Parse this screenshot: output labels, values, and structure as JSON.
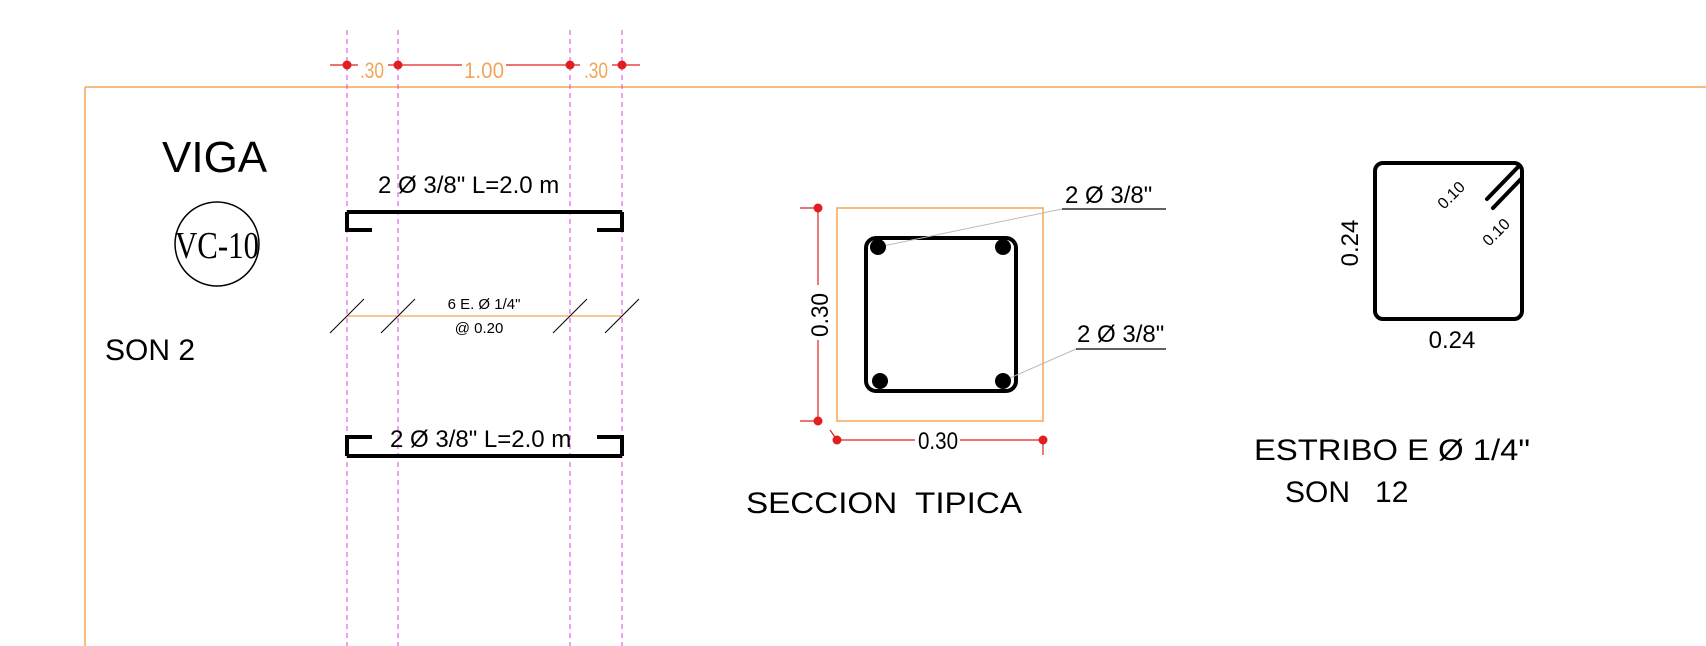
{
  "beam": {
    "title": "VIGA",
    "tag": "VC-10",
    "count": "SON 2",
    "top_bar_label": "2 Ø 3/8\" L=2.0 m",
    "bottom_bar_label": "2 Ø 3/8\" L=2.0 m",
    "stirrups_line1": "6 E. Ø 1/4\"",
    "stirrups_line2": "@ 0.20"
  },
  "dimensions": {
    "left": ".30",
    "middle": "1.00",
    "right": ".30"
  },
  "section": {
    "title": "SECCION  TIPICA",
    "top_bars": "2  Ø 3/8\"",
    "bottom_bars": "2  Ø 3/8\"",
    "height": "0.30",
    "width": "0.30"
  },
  "stirrup": {
    "height": "0.24",
    "width": "0.24",
    "hook_1": "0.10",
    "hook_2": "0.10",
    "label_line1": "ESTRIBO E Ø 1/4\"",
    "label_line2": "SON   12"
  },
  "colors": {
    "line": "#000000",
    "border": "#f5a55a",
    "guide": "#e040e0",
    "dimension": "#e02020",
    "dimension_text": "#f5a55a"
  }
}
